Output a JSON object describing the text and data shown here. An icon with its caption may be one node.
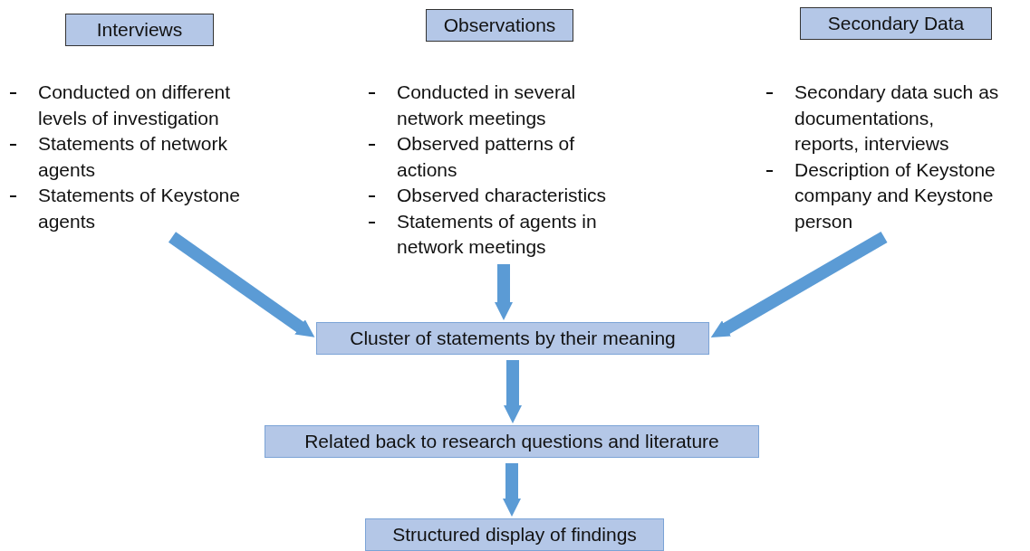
{
  "diagram": {
    "nodes": [
      {
        "text": [
          "Interviews"
        ]
      },
      {
        "text": [
          "Observations"
        ]
      },
      {
        "text": [
          "Secondary Data"
        ]
      },
      {
        "text": [
          "Conducted on different levels of investigation",
          "Statements of network agents",
          "Statements of Keystone agents"
        ]
      },
      {
        "text": [
          "Conducted in several network meetings",
          "Observed patterns of actions",
          "Observed characteristics",
          "Statements of agents in network meetings"
        ]
      },
      {
        "text": [
          "Secondary data such as documentations, reports, interviews",
          "Description of Keystone company and Keystone person"
        ]
      },
      {
        "text": [
          "Cluster of statements by their meaning"
        ]
      },
      {
        "text": [
          "Related back to research questions and literature"
        ]
      },
      {
        "text": [
          "Structured display of findings"
        ]
      }
    ],
    "edges": [
      {
        "from": 3,
        "to": 6,
        "arrow": "to"
      },
      {
        "from": 4,
        "to": 6,
        "arrow": "to"
      },
      {
        "from": 5,
        "to": 6,
        "arrow": "to"
      },
      {
        "from": 6,
        "to": 7,
        "arrow": "to"
      },
      {
        "from": 7,
        "to": 8,
        "arrow": "to"
      }
    ]
  }
}
